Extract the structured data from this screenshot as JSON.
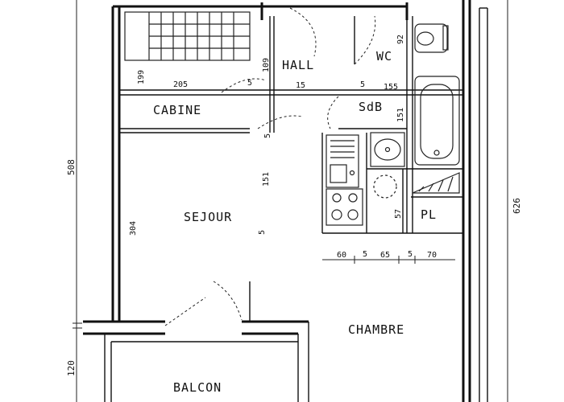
{
  "rooms": {
    "hall": "HALL",
    "wc": "WC",
    "cabine": "CABINE",
    "sdb": "SdB",
    "sejour": "SEJOUR",
    "pl": "PL",
    "chambre": "CHAMBRE",
    "balcon": "BALCON"
  },
  "dimensions": {
    "d_199": "199",
    "d_205": "205",
    "d_5_hall": "5",
    "d_109": "109",
    "d_15": "15",
    "d_5_sdb": "5",
    "d_155": "155",
    "d_92": "92",
    "d_151_right": "151",
    "d_5_left": "5",
    "d_151_mid": "151",
    "d_5_mid": "5",
    "d_304": "304",
    "d_57": "57",
    "d_60": "60",
    "d_5_a": "5",
    "d_65": "65",
    "d_5_b": "5",
    "d_70": "70",
    "d_508": "508",
    "d_626": "626",
    "d_120": "120"
  },
  "colors": {
    "ink": "#111111",
    "paper": "#ffffff"
  }
}
